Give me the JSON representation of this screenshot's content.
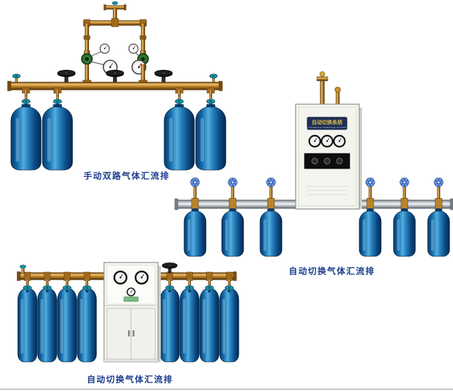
{
  "page": {
    "background": "#ffffff"
  },
  "sections": {
    "manual_dual": {
      "caption": "手动双路气体汇流排",
      "cylinder_count": 4
    },
    "auto_wall": {
      "caption": "自动切换气体汇流排",
      "cabinet": {
        "title": "自动切换系统",
        "subtitle": "AUTOMATIC MANIFOLD SYSTEM"
      },
      "cylinder_count": 6
    },
    "auto_floor": {
      "caption": "自动切换气体汇流排",
      "cylinder_count": 8
    }
  },
  "colors": {
    "caption_text": "#1c3d8e",
    "brass_pipe": "#c08428",
    "silver_pipe": "#aeb4ba",
    "cylinder_blue": "#1a74b8",
    "teal_valve": "#1e8fa6",
    "blue_valve": "#3f6cc0",
    "black_valve": "#0b0b0b",
    "cabinet_body": "#f4f4ef",
    "cabinet_plate": "#1c2f55",
    "plate_text_gold": "#d9b84a"
  }
}
